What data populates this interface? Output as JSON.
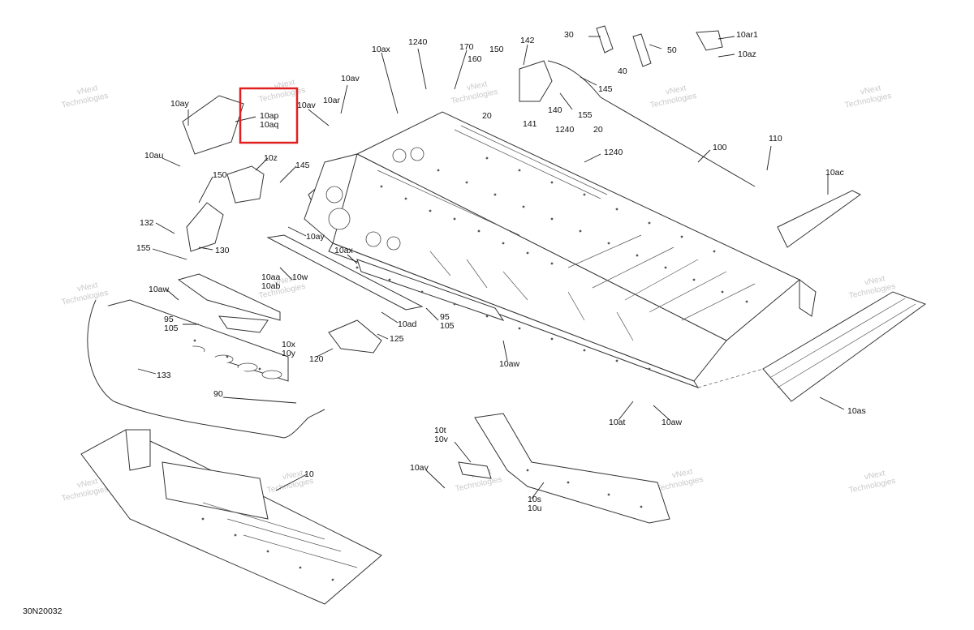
{
  "drawing": {
    "code": "30N20032",
    "watermark_line1": "vNext",
    "watermark_line2": "Technologies",
    "watermark_full": "vNext Technologies",
    "highlight_color": "#e02020",
    "highlighted_labels": [
      "10ap",
      "10aq"
    ],
    "part_labels": [
      {
        "id": "l01",
        "text": "10ay"
      },
      {
        "id": "l02",
        "text": "10ap"
      },
      {
        "id": "l03",
        "text": "10aq"
      },
      {
        "id": "l04",
        "text": "10av"
      },
      {
        "id": "l05",
        "text": "10av"
      },
      {
        "id": "l06",
        "text": "10ar"
      },
      {
        "id": "l07",
        "text": "10ax"
      },
      {
        "id": "l08",
        "text": "1240"
      },
      {
        "id": "l09",
        "text": "170"
      },
      {
        "id": "l10",
        "text": "160"
      },
      {
        "id": "l11",
        "text": "150"
      },
      {
        "id": "l12",
        "text": "142"
      },
      {
        "id": "l13",
        "text": "30"
      },
      {
        "id": "l14",
        "text": "50"
      },
      {
        "id": "l15",
        "text": "40"
      },
      {
        "id": "l16",
        "text": "10ar1"
      },
      {
        "id": "l17",
        "text": "10az"
      },
      {
        "id": "l18",
        "text": "145"
      },
      {
        "id": "l19",
        "text": "140"
      },
      {
        "id": "l20",
        "text": "155"
      },
      {
        "id": "l21",
        "text": "20"
      },
      {
        "id": "l22",
        "text": "141"
      },
      {
        "id": "l23",
        "text": "1240"
      },
      {
        "id": "l24",
        "text": "20"
      },
      {
        "id": "l25",
        "text": "1240"
      },
      {
        "id": "l26",
        "text": "100"
      },
      {
        "id": "l27",
        "text": "110"
      },
      {
        "id": "l28",
        "text": "10ac"
      },
      {
        "id": "l29",
        "text": "10au"
      },
      {
        "id": "l30",
        "text": "10z"
      },
      {
        "id": "l31",
        "text": "145"
      },
      {
        "id": "l32",
        "text": "150"
      },
      {
        "id": "l33",
        "text": "132"
      },
      {
        "id": "l34",
        "text": "155"
      },
      {
        "id": "l35",
        "text": "130"
      },
      {
        "id": "l36",
        "text": "10ay"
      },
      {
        "id": "l37",
        "text": "10ax"
      },
      {
        "id": "l38",
        "text": "10aa"
      },
      {
        "id": "l39",
        "text": "10ab"
      },
      {
        "id": "l40",
        "text": "10w"
      },
      {
        "id": "l41",
        "text": "10aw"
      },
      {
        "id": "l42",
        "text": "95"
      },
      {
        "id": "l43",
        "text": "105"
      },
      {
        "id": "l44",
        "text": "95"
      },
      {
        "id": "l45",
        "text": "105"
      },
      {
        "id": "l46",
        "text": "10ad"
      },
      {
        "id": "l47",
        "text": "125"
      },
      {
        "id": "l48",
        "text": "120"
      },
      {
        "id": "l49",
        "text": "10aw"
      },
      {
        "id": "l50",
        "text": "10x"
      },
      {
        "id": "l51",
        "text": "10y"
      },
      {
        "id": "l52",
        "text": "133"
      },
      {
        "id": "l53",
        "text": "90"
      },
      {
        "id": "l54",
        "text": "10at"
      },
      {
        "id": "l55",
        "text": "10aw"
      },
      {
        "id": "l56",
        "text": "10as"
      },
      {
        "id": "l57",
        "text": "10t"
      },
      {
        "id": "l58",
        "text": "10v"
      },
      {
        "id": "l59",
        "text": "10av"
      },
      {
        "id": "l60",
        "text": "10s"
      },
      {
        "id": "l61",
        "text": "10u"
      },
      {
        "id": "l62",
        "text": "10"
      }
    ]
  }
}
